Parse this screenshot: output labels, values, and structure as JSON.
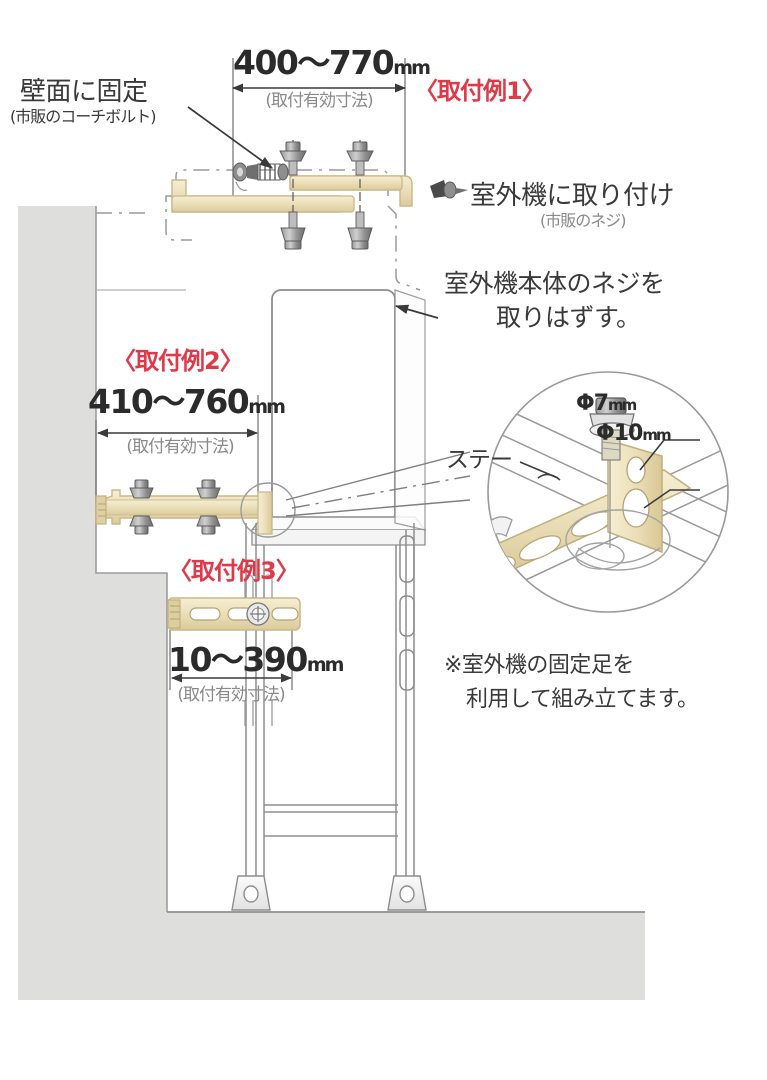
{
  "doc": {
    "kind": "installation-diagram",
    "subject": "エアコン室外機 取付例",
    "colors": {
      "red_label": "#e0394a",
      "wall_gray": "#dededd",
      "bracket_tan": "#ece0bb",
      "bracket_tan_dark": "#d8c791",
      "outline_gray": "#8d8d8d",
      "text_gray": "#5a5a5a",
      "background": "#ffffff"
    }
  },
  "labels": {
    "wall_fix": {
      "line1": "壁面に固定",
      "line2": "(市販のコーチボルト)"
    },
    "example1": {
      "title": "〈取付例1〉",
      "dimension": "400～770",
      "unit": "mm",
      "sub": "(取付有効寸法)"
    },
    "example2": {
      "title": "〈取付例2〉",
      "dimension": "410～760",
      "unit": "mm",
      "sub": "(取付有効寸法)"
    },
    "example3": {
      "title": "〈取付例3〉",
      "dimension": "10～390",
      "unit": "mm",
      "sub": "(取付有効寸法)"
    },
    "attach_unit": {
      "line1": "室外機に取り付け",
      "line2": "(市販のネジ)"
    },
    "remove_screw": {
      "line1": "室外機本体のネジを",
      "line2": "取りはずす。"
    },
    "stay": "ステー",
    "hole_small": {
      "value": "Φ7",
      "unit": "mm"
    },
    "hole_large": {
      "value": "Φ10",
      "unit": "mm"
    },
    "note": {
      "line1": "※室外機の固定足を",
      "line2": "利用して組み立てます。"
    }
  }
}
